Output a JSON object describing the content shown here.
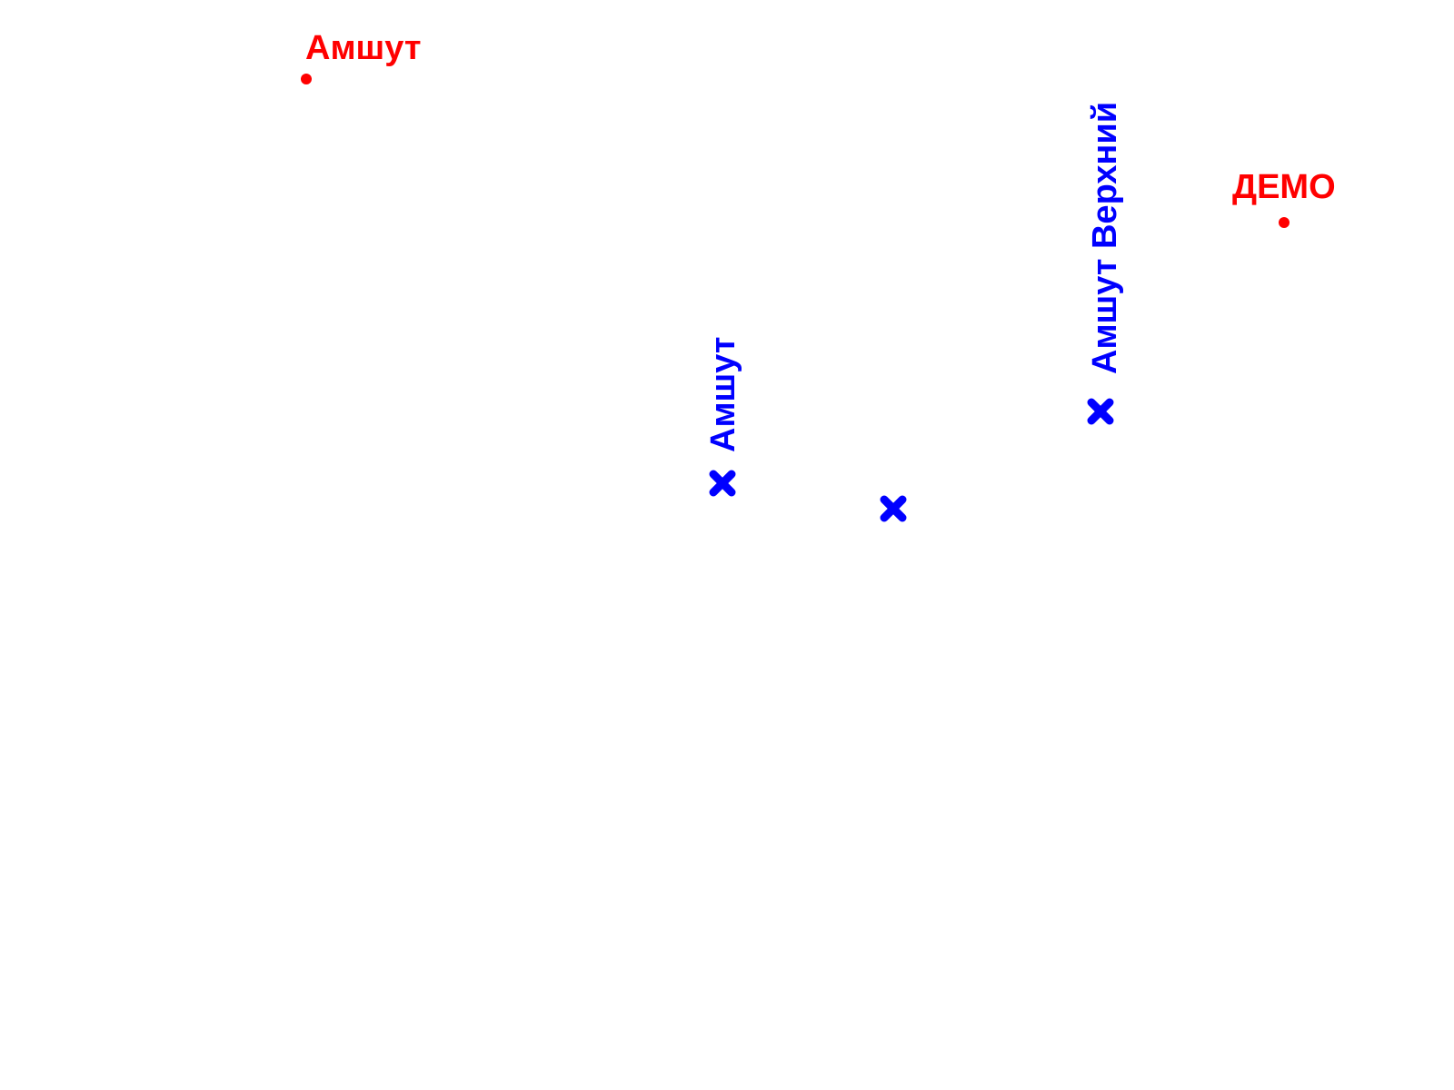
{
  "colors": {
    "red": "#ff0000",
    "blue": "#0000ff",
    "background": "#ffffff"
  },
  "points": [
    {
      "label": "Амшут",
      "color": "#ff0000",
      "marker": "dot-icon"
    },
    {
      "label": "ДЕМО",
      "color": "#ff0000",
      "marker": "dot-icon"
    }
  ],
  "crosses": [
    {
      "label": "Амшут",
      "color": "#0000ff",
      "marker": "cross-icon"
    },
    {
      "label": "",
      "color": "#0000ff",
      "marker": "cross-icon"
    },
    {
      "label": "Амшут Верхний",
      "color": "#0000ff",
      "marker": "cross-icon"
    }
  ]
}
